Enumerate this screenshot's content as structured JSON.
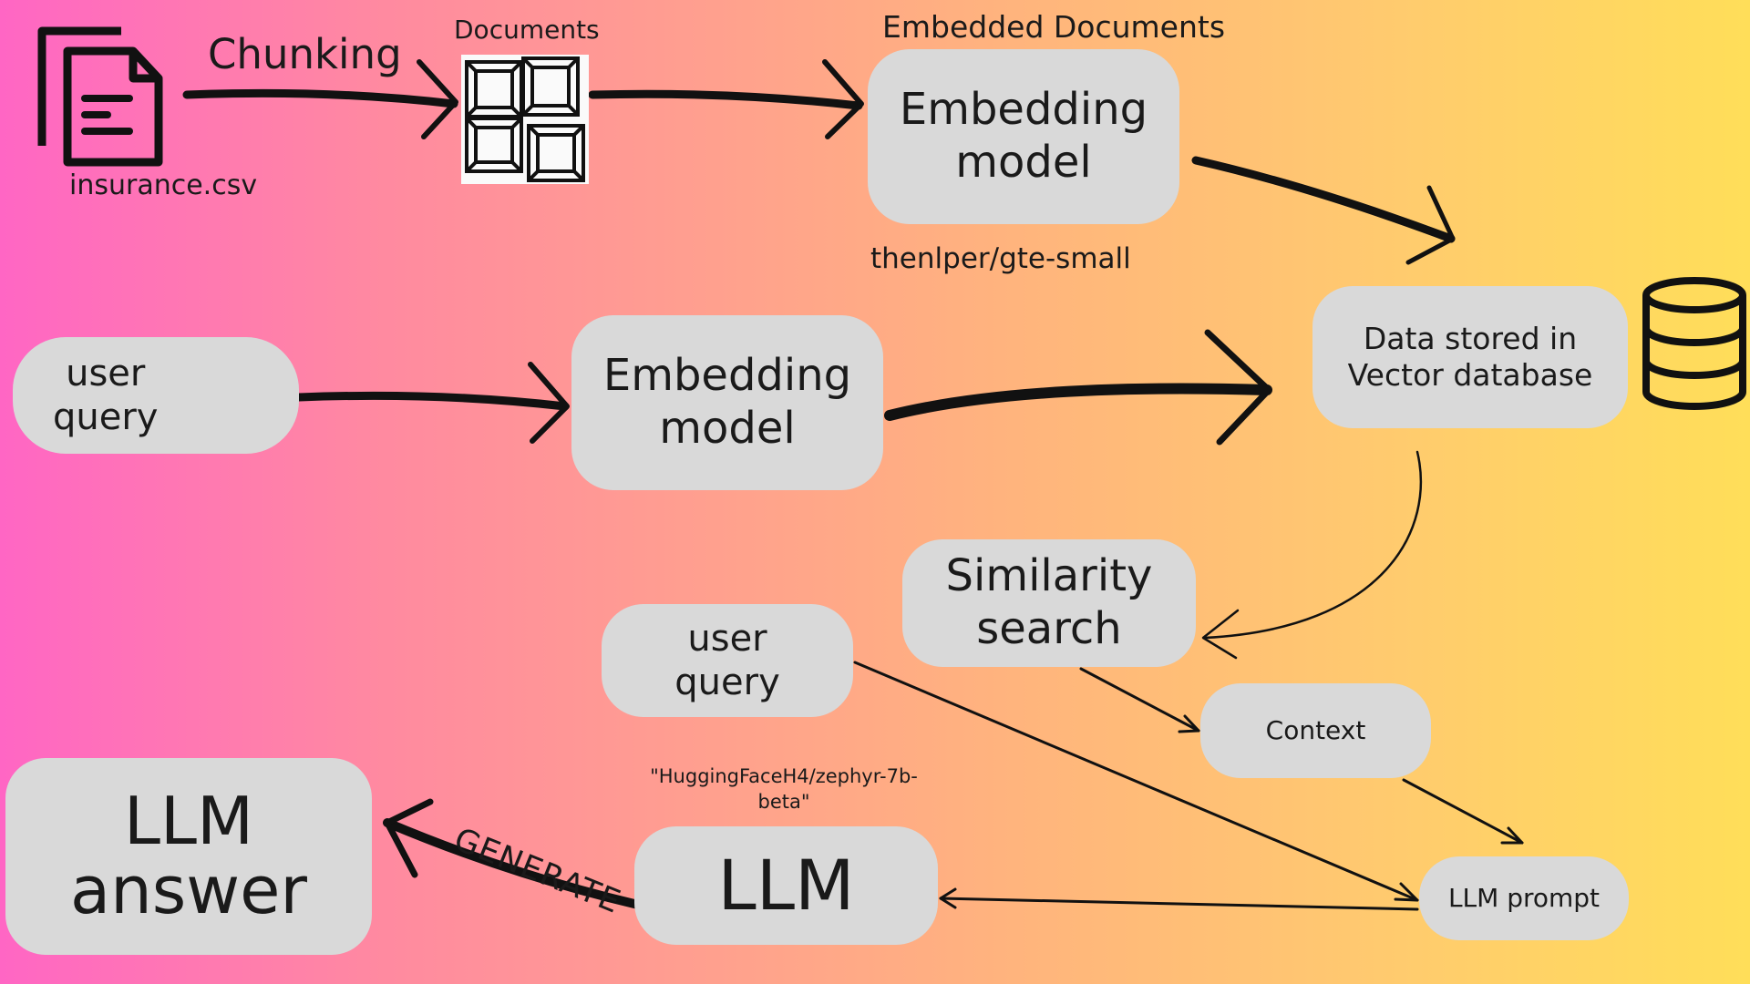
{
  "labels": {
    "chunking": "Chunking",
    "documents": "Documents",
    "embedded_documents": "Embedded Documents",
    "insurance_file": "insurance.csv",
    "embedding_model_name": "thenlper/gte-small",
    "llm_model_name": "\"HuggingFaceH4/zephyr-7b-\nbeta\"",
    "generate": "GENERATE"
  },
  "nodes": {
    "embedding_model_top": "Embedding\nmodel",
    "embedding_model_mid": "Embedding\nmodel",
    "vector_db": "Data stored in\nVector database",
    "user_query_top": "user\nquery",
    "similarity_search": "Similarity\nsearch",
    "user_query_bottom": "user\nquery",
    "context": "Context",
    "llm_prompt": "LLM prompt",
    "llm": "LLM",
    "llm_answer": "LLM\nanswer"
  },
  "icons": [
    "document-icon",
    "document-chunks-icon",
    "question-mark-icon",
    "database-icon"
  ],
  "colors": {
    "node_fill": "#d9d9d9",
    "gradient_left": "#ff66c4",
    "gradient_right": "#ffde59",
    "ink": "#111111"
  }
}
